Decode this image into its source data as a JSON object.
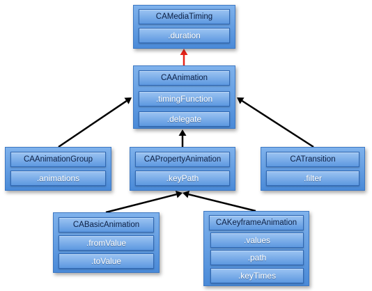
{
  "colors": {
    "arrow": "#000000",
    "arrow_highlight": "#e8251b",
    "box_fill": "#5b97df",
    "box_border": "#3d78c3"
  },
  "classes": [
    {
      "id": "media",
      "title": "CAMediaTiming",
      "properties": [
        ".duration"
      ]
    },
    {
      "id": "anim",
      "title": "CAAnimation",
      "properties": [
        ".timingFunction",
        ".delegate"
      ]
    },
    {
      "id": "group",
      "title": "CAAnimationGroup",
      "properties": [
        ".animations"
      ]
    },
    {
      "id": "prop",
      "title": "CAPropertyAnimation",
      "properties": [
        ".keyPath"
      ]
    },
    {
      "id": "trans",
      "title": "CATransition",
      "properties": [
        ".filter"
      ]
    },
    {
      "id": "basic",
      "title": "CABasicAnimation",
      "properties": [
        ".fromValue",
        ".toValue"
      ]
    },
    {
      "id": "key",
      "title": "CAKeyframeAnimation",
      "properties": [
        ".values",
        ".path",
        ".keyTimes"
      ]
    }
  ],
  "relationships": [
    {
      "from": "anim",
      "to": "media",
      "color": "arrow_highlight"
    },
    {
      "from": "group",
      "to": "anim",
      "color": "arrow"
    },
    {
      "from": "prop",
      "to": "anim",
      "color": "arrow"
    },
    {
      "from": "trans",
      "to": "anim",
      "color": "arrow"
    },
    {
      "from": "basic",
      "to": "prop",
      "color": "arrow"
    },
    {
      "from": "key",
      "to": "prop",
      "color": "arrow"
    }
  ]
}
